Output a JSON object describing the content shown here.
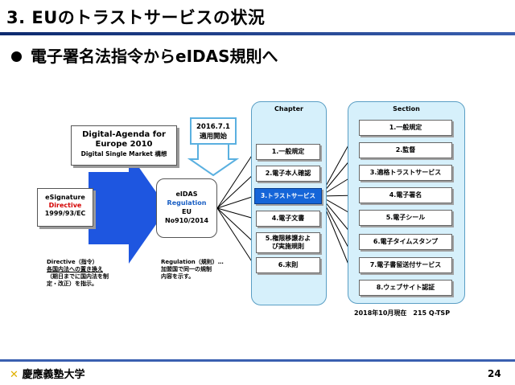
{
  "slide": {
    "title": "3. EUのトラストサービスの状況",
    "bullet": "電子署名法指令からeIDAS規則へ",
    "page_number": "24",
    "footer_logo": "慶應義塾大学"
  },
  "digital_agenda": {
    "line1": "Digital-Agenda for",
    "line2": "Europe 2010",
    "line3": "Digital Single Market 構想"
  },
  "esignature": {
    "line1": "eSignature",
    "line2": "Directive",
    "line3": "1999/93/EC"
  },
  "directive_note": {
    "line1": "Directive（指令）",
    "line2": "各国内法への置き換え",
    "line3": "（期日までに国内法を制",
    "line4": "定・改正）を指示。"
  },
  "date_callout": {
    "line1": "2016.7.1",
    "line2": "適用開始"
  },
  "eidas": {
    "line1": "eIDAS",
    "line2": "Regulation",
    "line3": "EU",
    "line4": "No910/2014"
  },
  "regulation_note": {
    "line1": "Regulation（規則）…",
    "line2": "加盟国で同一の規制",
    "line3": "内容を示す。"
  },
  "chapter": {
    "title": "Chapter",
    "items": [
      "1.一般規定",
      "2.電子本人確認",
      "3.トラストサービス",
      "4.電子文書",
      "5.権限移譲およ",
      "び実施規則",
      "6.末則"
    ]
  },
  "section": {
    "title": "Section",
    "items": [
      "1.一般規定",
      "2.監督",
      "3.適格トラストサービス",
      "4.電子署名",
      "5.電子シール",
      "6.電子タイムスタンプ",
      "7.電子書留送付サービス",
      "8.ウェブサイト認証"
    ]
  },
  "status_note": "2018年10月現在　215 Q-TSP",
  "colors": {
    "title_rule": "#0d2a6e",
    "panel_bg": "#d6f0fb",
    "highlight": "#1565d8",
    "arrow": "#1e56e0",
    "directive_red": "#d40000",
    "regulation_blue": "#1a5fc4"
  }
}
